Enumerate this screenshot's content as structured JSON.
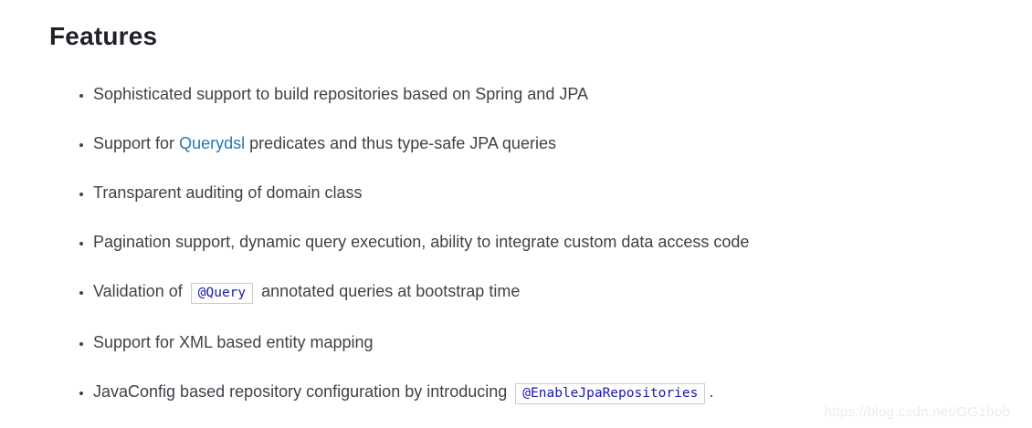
{
  "heading": "Features",
  "colors": {
    "heading": "#1f2328",
    "body_text": "#3e4348",
    "link": "#2878b7",
    "code_text": "#1a1aa6",
    "code_border": "#cccccc",
    "watermark": "#ececec",
    "background": "#ffffff"
  },
  "features": {
    "items": [
      {
        "parts": [
          {
            "type": "text",
            "text": "Sophisticated support to build repositories based on Spring and JPA"
          }
        ]
      },
      {
        "parts": [
          {
            "type": "text",
            "text": "Support for "
          },
          {
            "type": "link",
            "name": "querydsl-link",
            "text": "Querydsl"
          },
          {
            "type": "text",
            "text": " predicates and thus type-safe JPA queries"
          }
        ]
      },
      {
        "parts": [
          {
            "type": "text",
            "text": "Transparent auditing of domain class"
          }
        ]
      },
      {
        "parts": [
          {
            "type": "text",
            "text": "Pagination support, dynamic query execution, ability to integrate custom data access code"
          }
        ]
      },
      {
        "parts": [
          {
            "type": "text",
            "text": "Validation of "
          },
          {
            "type": "code",
            "name": "query-annotation-code",
            "text": "@Query"
          },
          {
            "type": "text",
            "text": " annotated queries at bootstrap time"
          }
        ]
      },
      {
        "parts": [
          {
            "type": "text",
            "text": "Support for XML based entity mapping"
          }
        ]
      },
      {
        "parts": [
          {
            "type": "text",
            "text": "JavaConfig based repository configuration by introducing "
          },
          {
            "type": "code",
            "name": "enable-jpa-repositories-code",
            "text": "@EnableJpaRepositories"
          },
          {
            "type": "text",
            "text": "."
          }
        ]
      }
    ]
  },
  "watermark": {
    "text": "https://blog.csdn.net/GG1bob"
  }
}
